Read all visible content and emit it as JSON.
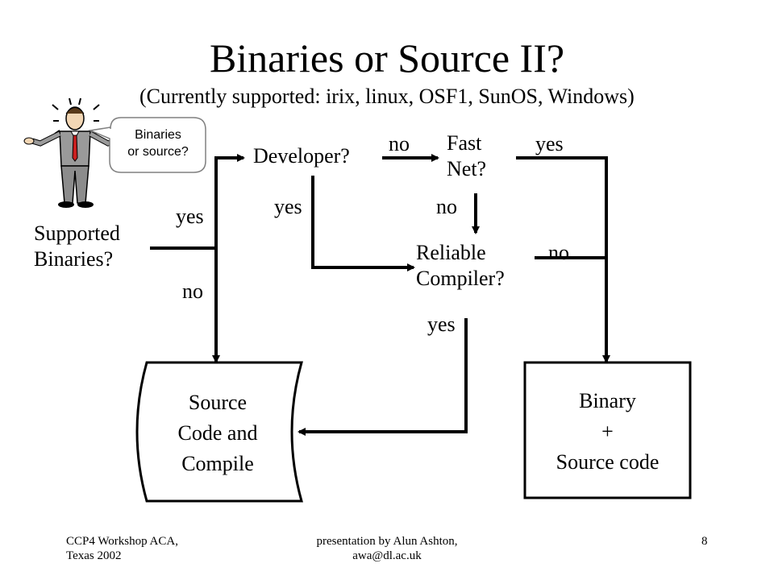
{
  "slide": {
    "title": "Binaries or Source II?",
    "subtitle": "(Currently supported: irix, linux, OSF1, SunOS, Windows)",
    "speech_bubble": {
      "line1": "Binaries",
      "line2": "or source?"
    },
    "nodes": {
      "supported_binaries": {
        "line1": "Supported",
        "line2": "Binaries?"
      },
      "developer": "Developer?",
      "fast_net": {
        "line1": "Fast",
        "line2": "Net?"
      },
      "reliable_compiler": {
        "line1": "Reliable",
        "line2": "Compiler?"
      },
      "source_compile": {
        "line1": "Source",
        "line2": "Code and",
        "line3": "Compile"
      },
      "binary_source": {
        "line1": "Binary",
        "line2": "+",
        "line3": "Source code"
      }
    },
    "edge_labels": {
      "supported_yes": "yes",
      "supported_no": "no",
      "developer_no": "no",
      "developer_yes": "yes",
      "fastnet_yes": "yes",
      "fastnet_no": "no",
      "compiler_no": "no",
      "compiler_yes": "yes"
    },
    "footer": {
      "left_line1": "CCP4 Workshop ACA,",
      "left_line2": "Texas 2002",
      "center_line1": "presentation by Alun Ashton,",
      "center_line2": "awa@dl.ac.uk",
      "page_number": "8"
    }
  }
}
